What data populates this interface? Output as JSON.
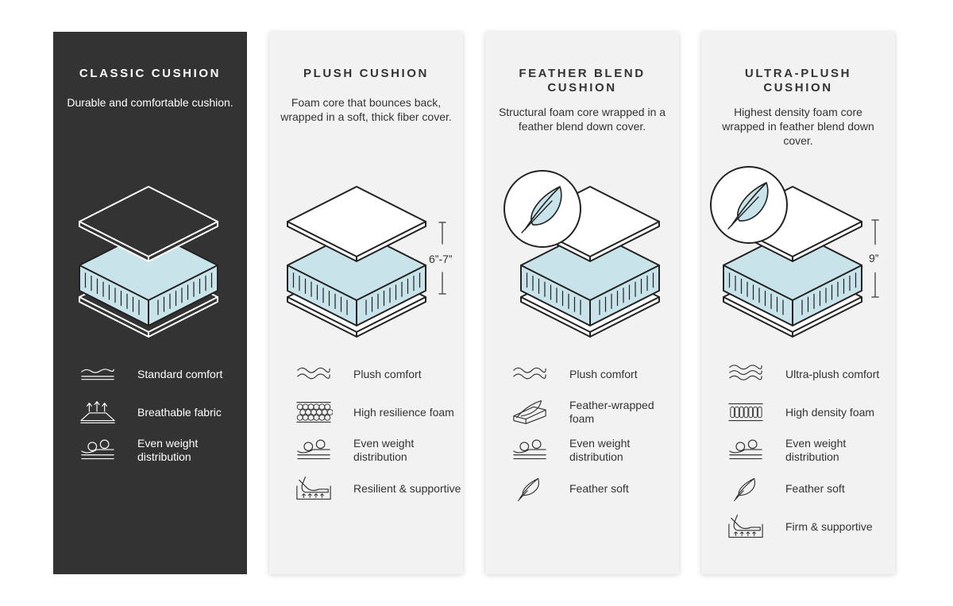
{
  "colors": {
    "dark": "#333333",
    "light": "#f2f2f2",
    "foam": "#c8e3ea",
    "line": "#222222"
  },
  "cards": [
    {
      "title": "CLASSIC CUSHION",
      "description": "Durable and comfortable cushion.",
      "dark": true,
      "feather": false,
      "measure": null,
      "features": [
        {
          "icon": "wave-icon",
          "label": "Standard comfort"
        },
        {
          "icon": "breathable-icon",
          "label": "Breathable fabric"
        },
        {
          "icon": "weight-icon",
          "label": "Even weight distribution"
        }
      ]
    },
    {
      "title": "PLUSH CUSHION",
      "description": "Foam core that bounces back, wrapped in a soft, thick fiber cover.",
      "dark": false,
      "feather": false,
      "measure": "6”-7”",
      "features": [
        {
          "icon": "double-wave-icon",
          "label": "Plush comfort"
        },
        {
          "icon": "foam-cells-icon",
          "label": "High resilience foam"
        },
        {
          "icon": "weight-icon",
          "label": "Even weight distribution"
        },
        {
          "icon": "support-icon",
          "label": "Resilient & supportive"
        }
      ]
    },
    {
      "title": "FEATHER BLEND CUSHION",
      "description": "Structural foam core wrapped in a feather blend down cover.",
      "dark": false,
      "feather": true,
      "measure": null,
      "features": [
        {
          "icon": "double-wave-icon",
          "label": "Plush comfort"
        },
        {
          "icon": "feather-wrap-icon",
          "label": "Feather-wrapped foam"
        },
        {
          "icon": "weight-icon",
          "label": "Even weight distribution"
        },
        {
          "icon": "feather-icon",
          "label": "Feather soft"
        }
      ]
    },
    {
      "title": "ULTRA-PLUSH CUSHION",
      "description": "Highest density foam core wrapped in feather blend down cover.",
      "dark": false,
      "feather": true,
      "measure": "9”",
      "features": [
        {
          "icon": "triple-wave-icon",
          "label": "Ultra-plush comfort"
        },
        {
          "icon": "dense-foam-icon",
          "label": "High density foam"
        },
        {
          "icon": "weight-icon",
          "label": "Even weight distribution"
        },
        {
          "icon": "feather-icon",
          "label": "Feather soft"
        },
        {
          "icon": "support-icon",
          "label": "Firm & supportive"
        }
      ]
    }
  ]
}
